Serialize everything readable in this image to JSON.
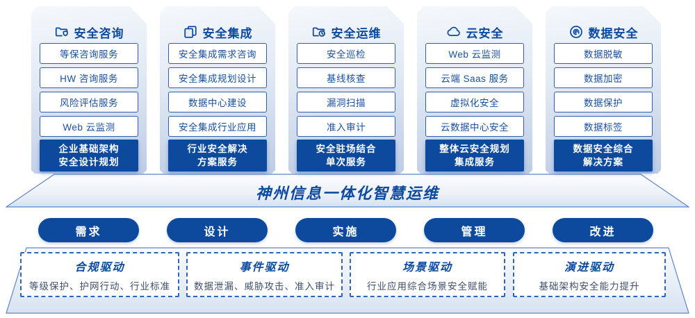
{
  "colors": {
    "primary_blue": "#0d4a9d",
    "title_blue": "#0c4aa0",
    "item_border_blue": "#2e5fae",
    "item_text_blue": "#1a50a2",
    "subtitle_gray": "#3f4f6b",
    "card_gradient_top": "#f5f8fc",
    "card_gradient_bottom": "#bdcce6"
  },
  "columns": [
    {
      "icon": "folder-shield-icon",
      "title": "安全咨询",
      "items": [
        "等保咨询服务",
        "HW 咨询服务",
        "风险评估服务",
        "Web 云监测"
      ],
      "footer": [
        "企业基础架构",
        "安全设计规划"
      ]
    },
    {
      "icon": "documents-icon",
      "title": "安全集成",
      "items": [
        "安全集成需求咨询",
        "安全集成规划设计",
        "数据中心建设",
        "安全集成行业应用"
      ],
      "footer": [
        "行业安全解决",
        "方案服务"
      ]
    },
    {
      "icon": "folder-clock-icon",
      "title": "安全运维",
      "items": [
        "安全巡检",
        "基线核查",
        "漏洞扫描",
        "准入审计"
      ],
      "footer": [
        "安全驻场结合",
        "单次服务"
      ]
    },
    {
      "icon": "cloud-icon",
      "title": "云安全",
      "items": [
        "Web 云监测",
        "云端 Saas 服务",
        "虚拟化安全",
        "云数据中心安全"
      ],
      "footer": [
        "整体云安全规划",
        "集成服务"
      ]
    },
    {
      "icon": "fingerprint-icon",
      "title": "数据安全",
      "items": [
        "数据脱敏",
        "数据加密",
        "数据保护",
        "数据标签"
      ],
      "footer": [
        "数据安全综合",
        "解决方案"
      ]
    }
  ],
  "banner": {
    "title": "神州信息一体化智慧运维"
  },
  "phases": [
    "需求",
    "设计",
    "实施",
    "管理",
    "改进"
  ],
  "drivers": [
    {
      "title": "合规驱动",
      "subtitle": "等级保护、护网行动、行业标准"
    },
    {
      "title": "事件驱动",
      "subtitle": "数据泄漏、威胁攻击、准入审计"
    },
    {
      "title": "场景驱动",
      "subtitle": "行业应用综合场景安全赋能"
    },
    {
      "title": "演进驱动",
      "subtitle": "基础架构安全能力提升"
    }
  ]
}
